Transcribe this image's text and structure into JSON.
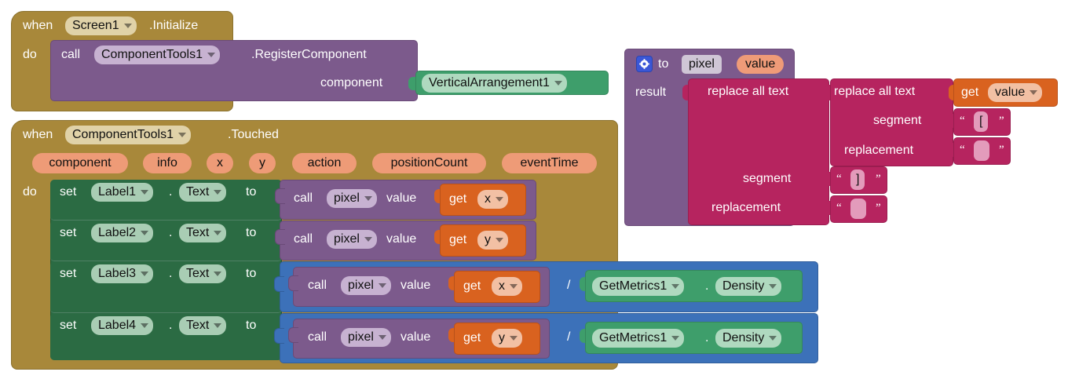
{
  "app": {
    "name": "MIT App Inventor Blocks Editor",
    "canvas_bg": "#ffffff"
  },
  "colors": {
    "event_gold": "#A8883A",
    "method_purple": "#7C5A8C",
    "setter_green": "#2B6B43",
    "math_blue": "#3C71B9",
    "component_teal": "#3E9E6B",
    "variable_orange": "#D9621F",
    "text_crimson": "#B6245F",
    "param_salmon": "#EE9B77"
  },
  "blocks": {
    "screen_init": {
      "when_label": "when",
      "component": "Screen1",
      "event": ".Initialize",
      "do_label": "do",
      "call_label": "call",
      "call_component": "ComponentTools1",
      "method": ".RegisterComponent",
      "arg_label": "component",
      "arg_value": "VerticalArrangement1"
    },
    "touched_event": {
      "when_label": "when",
      "component": "ComponentTools1",
      "event": ".Touched",
      "do_label": "do",
      "params": [
        "component",
        "info",
        "x",
        "y",
        "action",
        "positionCount",
        "eventTime"
      ],
      "rows": [
        {
          "set_label": "set",
          "target": "Label1",
          "property": "Text",
          "to_label": "to",
          "value": {
            "kind": "call",
            "call_label": "call",
            "procedure": "pixel",
            "arg_label": "value",
            "get_label": "get",
            "get_var": "x"
          }
        },
        {
          "set_label": "set",
          "target": "Label2",
          "property": "Text",
          "to_label": "to",
          "value": {
            "kind": "call",
            "call_label": "call",
            "procedure": "pixel",
            "arg_label": "value",
            "get_label": "get",
            "get_var": "y"
          }
        },
        {
          "set_label": "set",
          "target": "Label3",
          "property": "Text",
          "to_label": "to",
          "value": {
            "kind": "divide",
            "operator": "/",
            "call_label": "call",
            "procedure": "pixel",
            "arg_label": "value",
            "get_label": "get",
            "get_var": "x",
            "denom_component": "GetMetrics1",
            "denom_dot": ".",
            "denom_property": "Density"
          }
        },
        {
          "set_label": "set",
          "target": "Label4",
          "property": "Text",
          "to_label": "to",
          "value": {
            "kind": "divide",
            "operator": "/",
            "call_label": "call",
            "procedure": "pixel",
            "arg_label": "value",
            "get_label": "get",
            "get_var": "y",
            "denom_component": "GetMetrics1",
            "denom_dot": ".",
            "denom_property": "Density"
          }
        }
      ]
    },
    "procedure_pixel": {
      "mutator_icon": "gear-icon",
      "to_label": "to",
      "name": "pixel",
      "param": "value",
      "result_label": "result",
      "outer": {
        "title": "replace all text",
        "segment_label": "segment",
        "segment_value": "]",
        "replacement_label": "replacement",
        "replacement_value": ""
      },
      "inner": {
        "title": "replace all text",
        "text_get_label": "get",
        "text_get_var": "value",
        "segment_label": "segment",
        "segment_value": "[",
        "replacement_label": "replacement",
        "replacement_value": ""
      },
      "open_quote": "“",
      "close_quote": "”"
    }
  }
}
